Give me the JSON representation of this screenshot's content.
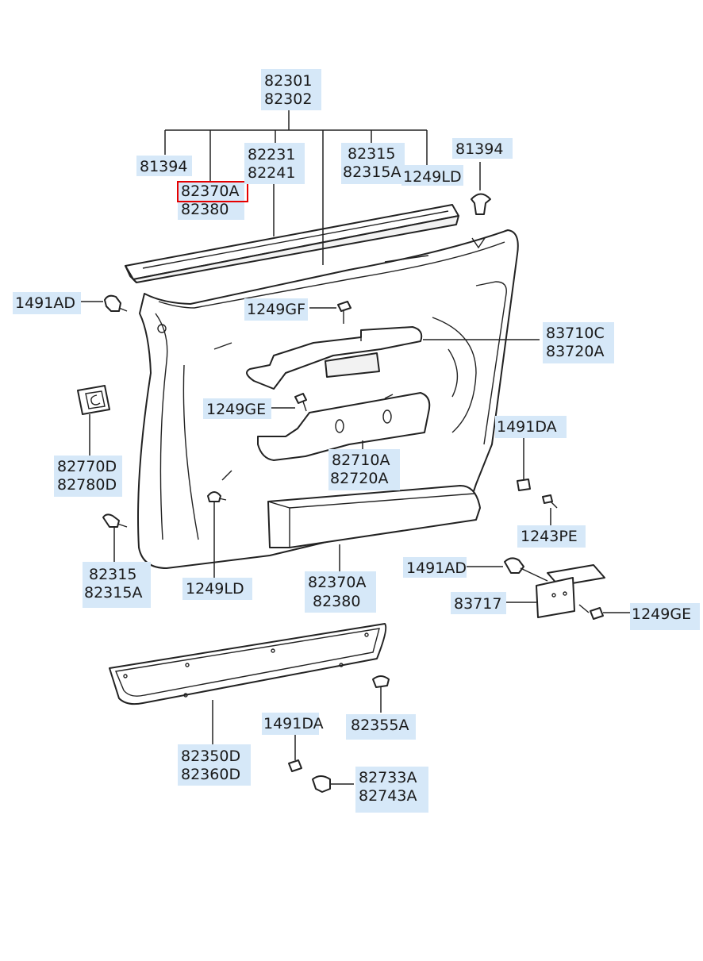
{
  "labels": {
    "l82301": "82301",
    "l82302": "82302",
    "l81394a": "81394",
    "l82370A_top": "82370A",
    "l82380_top": "82380",
    "l82231": "82231",
    "l82241": "82241",
    "l82315_top": "82315",
    "l82315A_top": "82315A",
    "l1249LD_top": "1249LD",
    "l81394b": "81394",
    "l1491AD_a": "1491AD",
    "l1249GF": "1249GF",
    "l83710C": "83710C",
    "l83720A": "83720A",
    "l1249GE_a": "1249GE",
    "l82770D": "82770D",
    "l82780D": "82780D",
    "l82710A": "82710A",
    "l82720A": "82720A",
    "l1491DA_a": "1491DA",
    "l1243PE": "1243PE",
    "l82315_bot": "82315",
    "l82315A_bot": "82315A",
    "l1249LD_bot": "1249LD",
    "l82370A_bot": "82370A",
    "l82380_bot": "82380",
    "l1491AD_b": "1491AD",
    "l83717": "83717",
    "l1249GE_b": "1249GE",
    "l82350D": "82350D",
    "l82360D": "82360D",
    "l1491DA_b": "1491DA",
    "l82355A": "82355A",
    "l82733A": "82733A",
    "l82743A": "82743A"
  },
  "highlight": {
    "part": "82370A",
    "color": "#e60000"
  }
}
